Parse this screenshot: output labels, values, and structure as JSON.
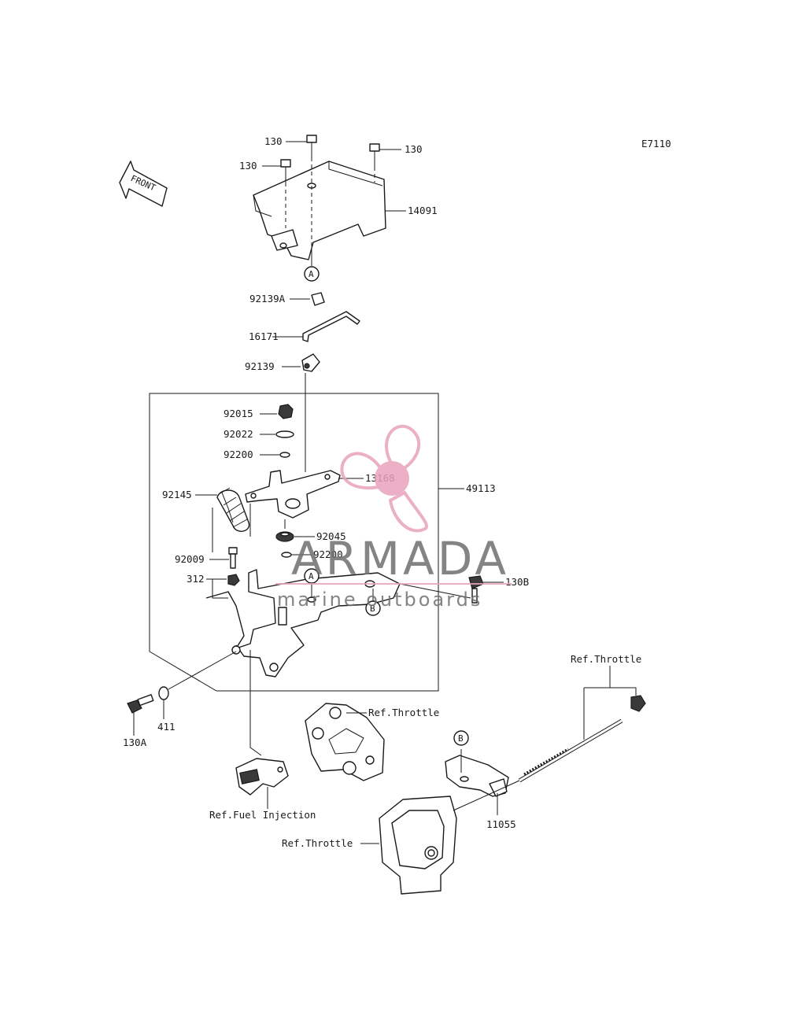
{
  "diagram": {
    "code": "E7110",
    "front_label": "FRONT",
    "callouts": {
      "a_top": "A",
      "a_mid": "A",
      "b_mid": "B",
      "b_low": "B"
    },
    "parts": {
      "p130_a": "130",
      "p130_b": "130",
      "p130_c": "130",
      "p14091": "14091",
      "p92139A": "92139A",
      "p16171": "16171",
      "p92139": "92139",
      "p92015": "92015",
      "p92022": "92022",
      "p92200_top": "92200",
      "p13168": "13168",
      "p49113": "49113",
      "p92145": "92145",
      "p92045": "92045",
      "p92200_low": "92200",
      "p92009": "92009",
      "p312": "312",
      "p130B": "130B",
      "p130A": "130A",
      "p411": "411",
      "p11055": "11055"
    },
    "refs": {
      "throttle_top": "Ref.Throttle",
      "throttle_mid": "Ref.Throttle",
      "throttle_low": "Ref.Throttle",
      "fuel_injection": "Ref.Fuel Injection"
    }
  },
  "watermark": {
    "brand": "ARMADA",
    "tagline": "marine outboards",
    "color": "#e8a3bd",
    "text_color": "#6f6f6f"
  },
  "colors": {
    "line": "#1a1a1a",
    "background": "#ffffff"
  }
}
